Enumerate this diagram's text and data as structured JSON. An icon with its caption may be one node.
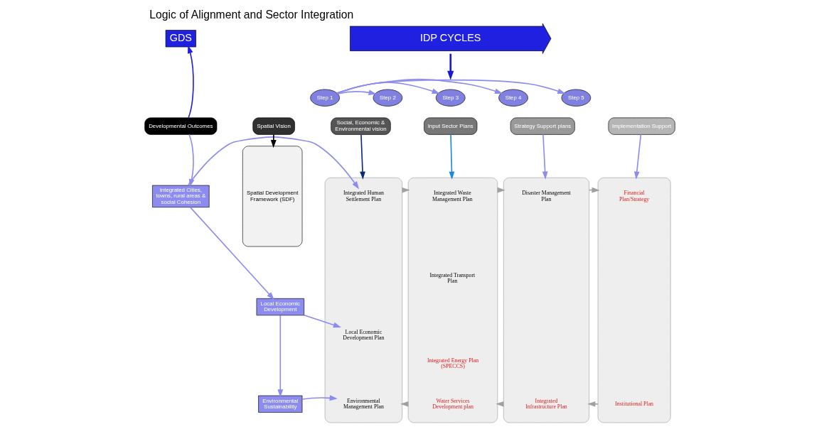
{
  "diagram": {
    "title": "Logic of Alignment and Sector Integration",
    "nodes": [
      {
        "text": [
          "GDS"
        ]
      },
      {
        "text": [
          "IDP CYCLES"
        ]
      },
      {
        "text": [
          "Developmental Outcomes"
        ]
      },
      {
        "text": [
          "Integrated Cities, towns, rural areas & social Cohesion"
        ]
      },
      {
        "text": [
          "Local Economic Development"
        ]
      },
      {
        "text": [
          "Environmental Sustainability"
        ]
      },
      {
        "text": [
          "Step 1"
        ]
      },
      {
        "text": [
          "Spatial Vision"
        ]
      },
      {
        "text": [
          "Step 2"
        ]
      },
      {
        "text": [
          "Social, Economic & Environmental vision"
        ]
      },
      {
        "text": [
          "Step 3"
        ]
      },
      {
        "text": [
          "Input Sector Plans"
        ]
      },
      {
        "text": [
          "Step 4"
        ]
      },
      {
        "text": [
          "Strategy Support plans"
        ]
      },
      {
        "text": [
          "Step 5"
        ]
      },
      {
        "text": [
          "Implementation Support"
        ]
      },
      {
        "text": [
          "Spatial Development Framework (SDF)"
        ]
      },
      {
        "text": [],
        "shape": "box"
      },
      {
        "text": [
          "Integrated Human Settlement Plan"
        ],
        "in": 17
      },
      {
        "text": [
          "Local Economic Development Plan"
        ],
        "in": 17
      },
      {
        "text": [
          "Environmental Management Plan"
        ],
        "in": 17
      },
      {
        "text": [],
        "shape": "box"
      },
      {
        "text": [
          "Integrated Waste Management Plan"
        ],
        "in": 21
      },
      {
        "text": [
          "Integrated Transport Plan"
        ],
        "in": 21
      },
      {
        "text": [
          "Integrated Energy Plan (SPECCS)"
        ],
        "in": 21
      },
      {
        "text": [
          "Water Services Development plan"
        ],
        "in": 21
      },
      {
        "text": [],
        "shape": "box"
      },
      {
        "text": [
          "Disaster Management Plan"
        ],
        "in": 26
      },
      {
        "text": [
          "Integrated Infrastructure Plan"
        ],
        "in": 26
      },
      {
        "text": [],
        "shape": "box"
      },
      {
        "text": [
          "Financial Plan/Strategy"
        ],
        "in": 29
      },
      {
        "text": [
          "Institutional Plan"
        ],
        "in": 29
      }
    ],
    "edges": [
      {
        "from": 2,
        "to": 0,
        "arrow": "to",
        "color": "#2020e0"
      },
      {
        "from": 1,
        "to": null,
        "arrow": "to",
        "color": "#1a1acc"
      },
      {
        "from": 6,
        "to": 8,
        "arrow": "to"
      },
      {
        "from": 6,
        "to": 10,
        "arrow": "to"
      },
      {
        "from": 6,
        "to": 12,
        "arrow": "to"
      },
      {
        "from": 6,
        "to": 14,
        "arrow": "to"
      },
      {
        "from": 2,
        "to": 3,
        "arrow": "to"
      },
      {
        "from": 3,
        "to": 4,
        "arrow": "to"
      },
      {
        "from": 4,
        "to": 5,
        "arrow": "to"
      },
      {
        "from": 7,
        "to": 16,
        "arrow": "to",
        "color": "#000000"
      },
      {
        "from": 9,
        "to": 17,
        "arrow": "to",
        "color": "#0a2a7a"
      },
      {
        "from": 11,
        "to": 21,
        "arrow": "to",
        "color": "#1a8ae0"
      },
      {
        "from": 13,
        "to": 26,
        "arrow": "to"
      },
      {
        "from": 15,
        "to": 29,
        "arrow": "to"
      },
      {
        "from": 3,
        "to": 18,
        "arrow": "to"
      },
      {
        "from": 4,
        "to": 19,
        "arrow": "to"
      },
      {
        "from": 5,
        "to": 20,
        "arrow": "to"
      },
      {
        "from": 17,
        "to": 21,
        "arrow": "to",
        "color": "#a0a0a0"
      },
      {
        "from": 21,
        "to": 26,
        "arrow": "to",
        "color": "#a0a0a0"
      },
      {
        "from": 26,
        "to": 29,
        "arrow": "to",
        "color": "#a0a0a0"
      },
      {
        "from": 29,
        "to": 26,
        "arrow": "to",
        "color": "#a0a0a0"
      },
      {
        "from": 26,
        "to": 21,
        "arrow": "to",
        "color": "#a0a0a0"
      },
      {
        "from": 21,
        "to": 17,
        "arrow": "to",
        "color": "#a0a0a0"
      }
    ]
  }
}
